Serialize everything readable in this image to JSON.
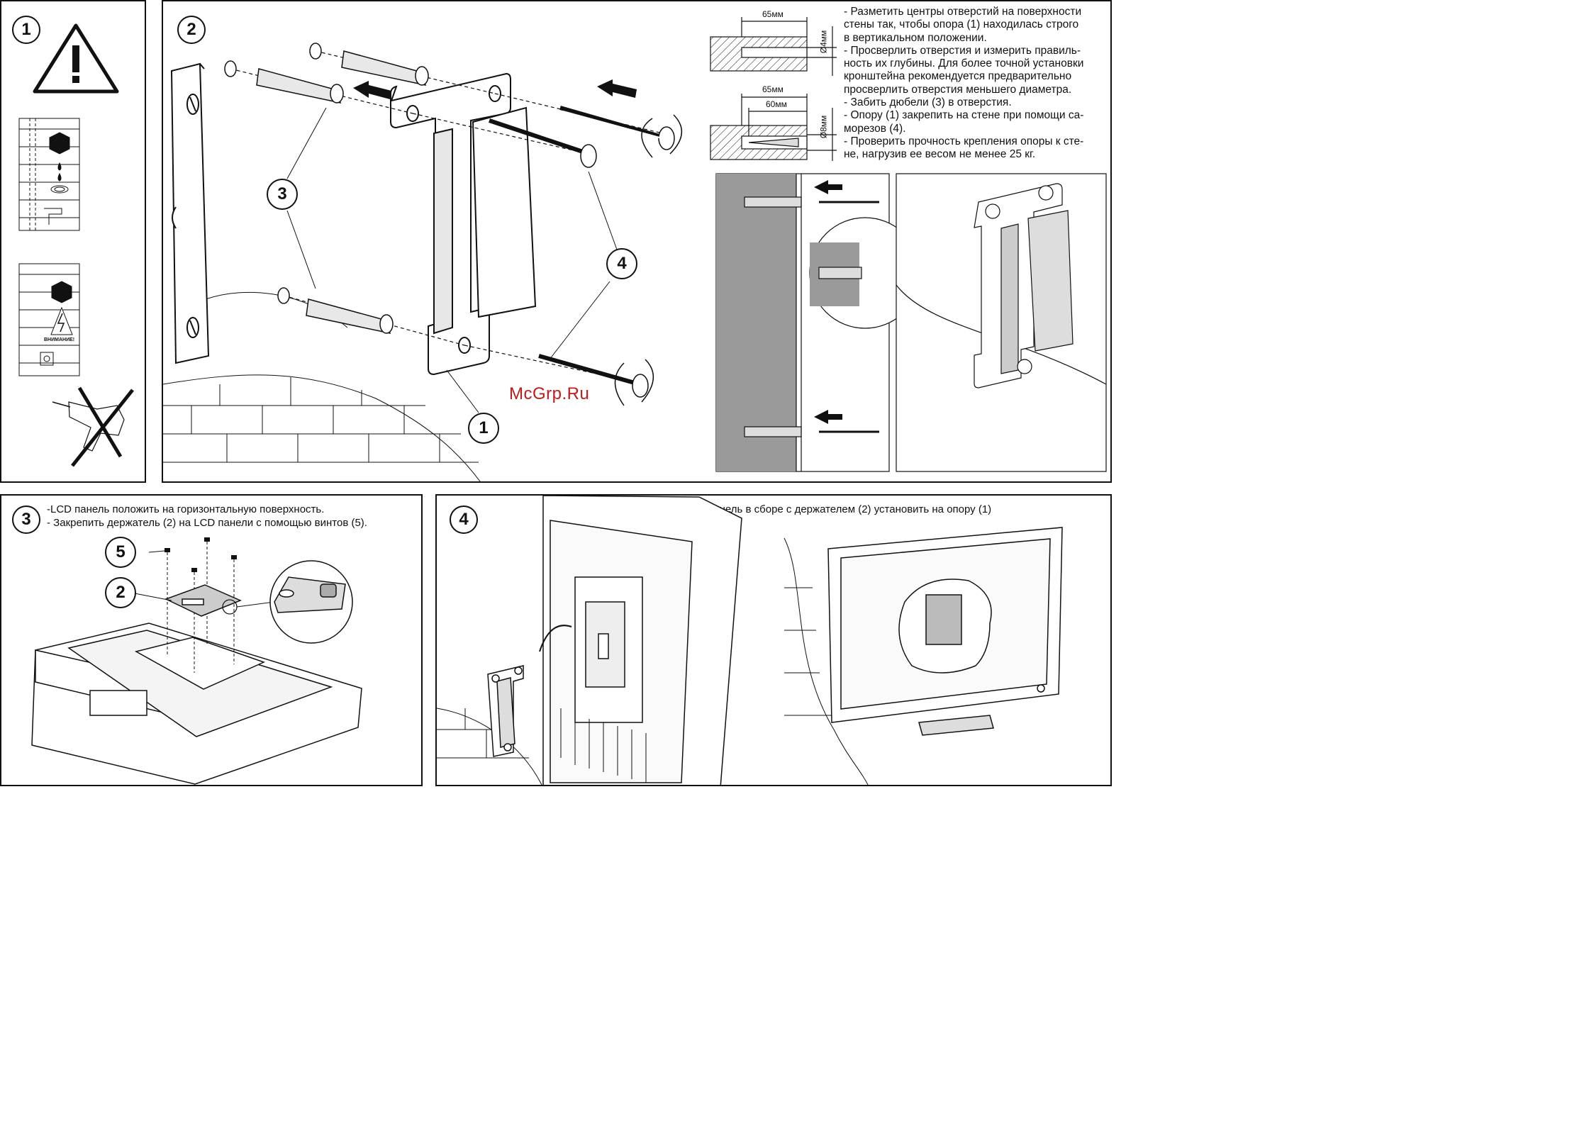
{
  "watermark": "McGrp.Ru",
  "steps": {
    "s1": {
      "number": "1",
      "label_warning": "ВНИМАНИЕ!"
    },
    "s2": {
      "number": "2",
      "callouts": {
        "dowel": "3",
        "screw": "4",
        "bracket": "1"
      },
      "dims": {
        "d1_width": "65мм",
        "d1_dia": "Ø4мм",
        "d2_width": "65мм",
        "d2_depth": "60мм",
        "d2_dia": "Ø8мм"
      },
      "instructions": [
        "- Разметить центры отверстий на поверхности",
        "стены так, чтобы опора (1) находилась строго",
        "в вертикальном положении.",
        "- Просверлить отверстия и измерить правиль-",
        "ность их глубины. Для более точной установки",
        "кронштейна рекомендуется предварительно",
        "просверлить отверстия меньшего диаметра.",
        "- Забить дюбели (3) в отверстия.",
        "- Опору (1) закрепить на стене при помощи са-",
        "морезов (4).",
        "- Проверить прочность крепления опоры к сте-",
        "не, нагрузив ее весом не менее 25 кг."
      ]
    },
    "s3": {
      "number": "3",
      "instructions": [
        "-LCD панель положить на горизонтальную поверхность.",
        "- Закрепить держатель (2) на LCD панели с помощью винтов (5)."
      ],
      "callouts": {
        "screws": "5",
        "holder": "2"
      }
    },
    "s4": {
      "number": "4",
      "caption": "LCD панель в сборе с держателем (2) установить на опору (1)"
    }
  },
  "icons": [
    "warning-icon",
    "no-drill-icon",
    "level-tool-icon",
    "screw-icon",
    "dowel-icon",
    "wall-bracket-icon",
    "lcd-monitor-icon"
  ]
}
